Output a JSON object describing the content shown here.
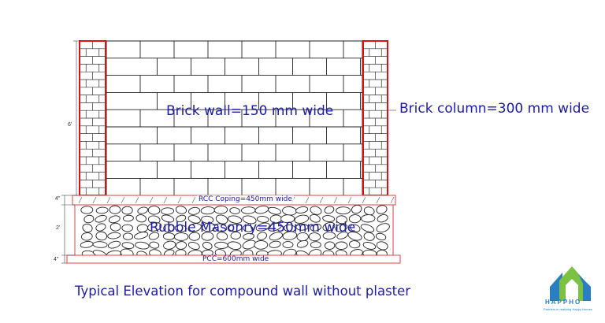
{
  "labels": {
    "brick_wall": "Brick wall=150 mm wide",
    "brick_column": "Brick column=300 mm wide",
    "rcc_coping": "RCC Coping=450mm wide",
    "rubble_masonry": "Rubble Masonry=450mm wide",
    "pcc": "PCC=600mm wide",
    "caption": "Typical Elevation for compound wall without plaster"
  },
  "dimensions": {
    "wall_height": "6'",
    "coping_thickness": "4\"",
    "rubble_height": "2'",
    "pcc_thickness": "4\""
  },
  "logo": {
    "name": "HAPPHO",
    "tagline": "Partners in realizing Happy Homes"
  },
  "colors": {
    "column_outline": "#e01010",
    "label_text": "#1c1ca8",
    "logo_blue": "#2b7fc0",
    "logo_green": "#7cc242"
  }
}
